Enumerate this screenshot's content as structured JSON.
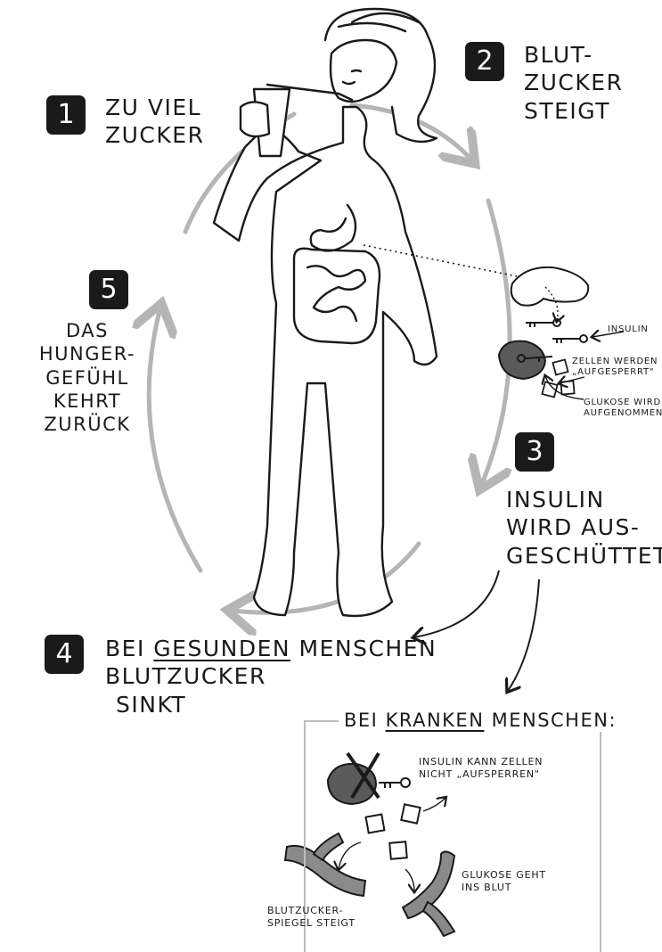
{
  "steps": [
    {
      "number": "1",
      "lines": [
        "ZU VIEL",
        "ZUCKER"
      ]
    },
    {
      "number": "2",
      "lines": [
        "BLUT-",
        "ZUCKER",
        "STEIGT"
      ]
    },
    {
      "number": "3",
      "lines": [
        "INSULIN",
        "WIRD AUS-",
        "GESCHÜTTET"
      ]
    },
    {
      "number": "4",
      "line1_pre": "BEI",
      "line1_emph": "GESUNDEN",
      "line1_post": "MENSCHEN",
      "lines": [
        "BLUTZUCKER",
        "SINKT"
      ]
    },
    {
      "number": "5",
      "lines": [
        "DAS",
        "HUNGER-",
        "GEFÜHL",
        "KEHRT",
        "ZURÜCK"
      ]
    }
  ],
  "pancreas_labels": {
    "insulin": "INSULIN",
    "cells_unlocked": [
      "ZELLEN WERDEN",
      "„AUFGESPERRT\""
    ],
    "glucose_absorbed": [
      "GLUKOSE WIRD",
      "AUFGENOMMEN"
    ]
  },
  "sick_box": {
    "heading_pre": "BEI",
    "heading_emph": "KRANKEN",
    "heading_post": "MENSCHEN:",
    "insulin_note": [
      "INSULIN KANN ZELLEN",
      "NICHT „AUFSPERREN\""
    ],
    "glucose_note": [
      "GLUKOSE GEHT",
      "INS BLUT"
    ],
    "blood_sugar_note": [
      "BLUTZUCKER-",
      "SPIEGEL STEIGT"
    ]
  }
}
